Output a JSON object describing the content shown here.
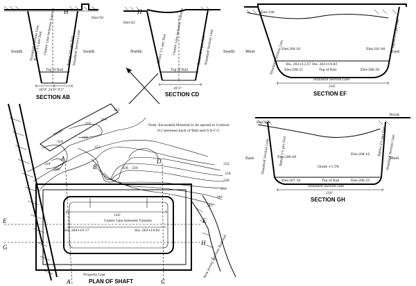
{
  "section_ab": {
    "title": "SECTION AB",
    "letter_h": "H",
    "south_left": "South",
    "south_right": "South",
    "elev": "Elev.50",
    "center_line": "Center Line between Tunnels",
    "batter_left": "Batter 1½ per foot",
    "batter_right": "Batter 2½ per foot",
    "std_left": "Standard Section Line",
    "std_right": "Standard Section Line",
    "top_rail": "Top of Rail",
    "dims": "24'9\"  24'9\"  9'3\""
  },
  "section_cd": {
    "title": "SECTION CD",
    "letter_h": "H",
    "north": "North",
    "south": "South",
    "elev": "Elev.42",
    "center_line": "Center Line between Tunnels",
    "batter_left": "Batter 1½ per foot",
    "batter_right": "Batter 2½ per foot",
    "std_right": "Standard Section Line",
    "top_rail": "Top of Rail",
    "dim": "29'3\""
  },
  "section_ef": {
    "title": "SECTION EF",
    "west": "West",
    "east": "East",
    "elev_top": "Elev.180",
    "elev_a": "Elev.264.16",
    "elev_b": "Elev.288.21",
    "elev_c": "Elev.286.30",
    "elev_d": "Elev.281.44",
    "sta_line": "Sta. 263+13.57   Sta. 263+14.83",
    "top_rail": "Top of Rail",
    "std_left": "Standard Section Line",
    "std_bottom": "Standard Section Line",
    "batter_right": "Batter 2½ per foot",
    "dim": "216'"
  },
  "section_gh": {
    "title": "SECTION GH",
    "brook": "Brook",
    "elev_top": "Elev.280",
    "east": "East",
    "west": "West",
    "elev_a": "Elev.286.89",
    "elev_b": "Elev.284.16",
    "elev_c": "Elev.287.34",
    "elev_d": "Elev.286.35",
    "grade": "Grade +1.5%",
    "top_rail": "Top of Rail",
    "std_bottom": "Standard Section Line",
    "batter_left": "Batter 1½ per foot",
    "batter_right": "Batter 2½ per foot",
    "std_left": "Standard Section Line",
    "std_right": "Standard Section Line",
    "dim": "216'"
  },
  "note": {
    "line1": "Note: Excavated Material to be spread to Contour",
    "line2": "312 between back of Wall and G-D-C-C"
  },
  "plan": {
    "title": "PLAN OF SHAFT",
    "stable": "Stable",
    "center_line": "Center Line between Tunnels",
    "sta_left": "Sta. 264+10.17",
    "sta_right": "Sta. 263+14.83",
    "dim": "216'",
    "property_line": "Property Line",
    "railroad": "New Jersey Junction Railroad",
    "contours": [
      "312",
      "314",
      "316",
      "318",
      "320",
      "322",
      "324",
      "326",
      "328",
      "330",
      "332",
      "334",
      "336",
      "338",
      "340",
      "342"
    ],
    "letters": {
      "a": "A",
      "b": "B",
      "c": "C",
      "d": "D",
      "e": "E",
      "f": "F",
      "g": "G",
      "h": "H"
    }
  }
}
